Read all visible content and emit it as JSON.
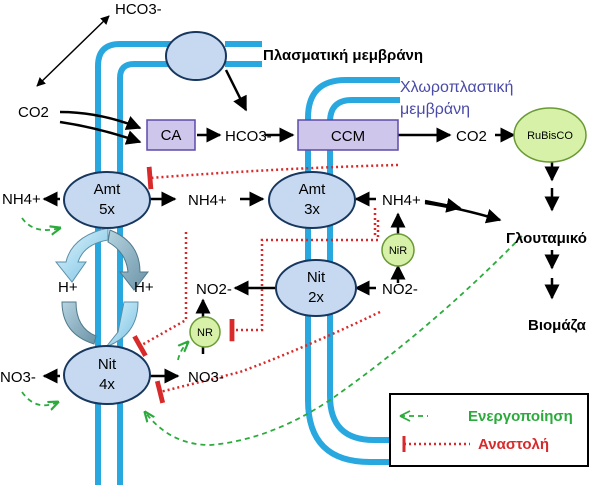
{
  "labels": {
    "hco3_top": "HCO3-",
    "co2_left": "CO2",
    "ca": "CA",
    "hco3_mid": "HCO3-",
    "ccm": "CCM",
    "co2_right": "CO2",
    "rubisco": "RuBisCO",
    "plasma_membrane": "Πλασματική μεμβράνη",
    "chloroplast_membrane_1": "Χλωροπλαστική",
    "chloroplast_membrane_2": "μεμβράνη",
    "nh4_left": "NH4+",
    "amt5x_1": "Amt",
    "amt5x_2": "5x",
    "nh4_mid": "NH4+",
    "amt3x_1": "Amt",
    "amt3x_2": "3x",
    "nh4_right": "NH4+",
    "glutamiko": "Γλουταμικό",
    "nir": "NiR",
    "h_left": "H+",
    "h_right": "H+",
    "no2_mid": "NO2-",
    "nit2x_1": "Nit",
    "nit2x_2": "2x",
    "no2_right": "NO2-",
    "nr": "NR",
    "viomaza": "Βιομάζα",
    "no3_left": "NO3-",
    "nit4x_1": "Nit",
    "nit4x_2": "4x",
    "no3_mid": "NO3-"
  },
  "legend": {
    "activation": "Ενεργοποίηση",
    "inhibition": "Αναστολή"
  },
  "colors": {
    "membrane": "#29a8e0",
    "node_fill": "#c6d9f1",
    "node_stroke": "#17375e",
    "box_fill": "#cfc6ec",
    "box_stroke": "#5e4aa8",
    "enzyme_fill": "#d7f2a8",
    "activation": "#2bab3c",
    "inhibition": "#d82a2a"
  }
}
